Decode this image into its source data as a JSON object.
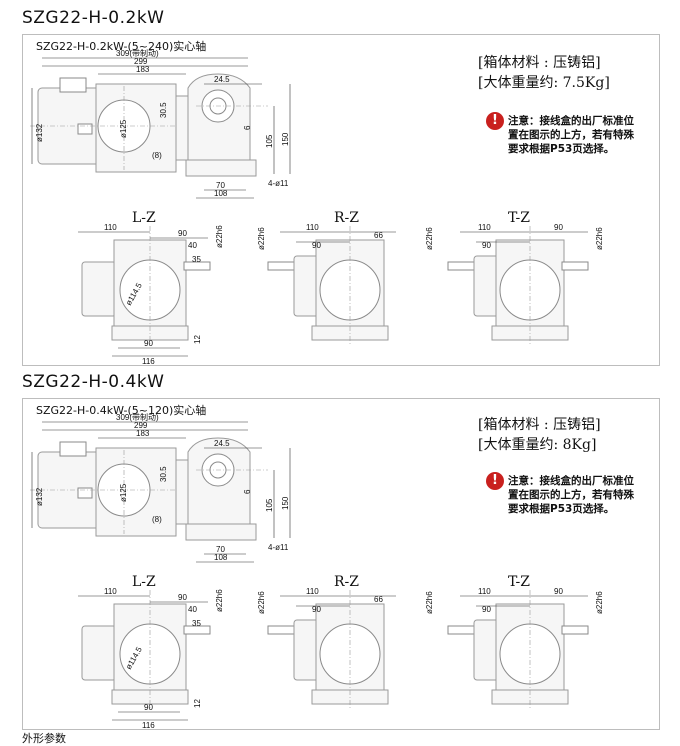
{
  "sections": [
    {
      "title": "SZG22-H-0.2kW",
      "subtitle": "SZG22-H-0.2kW-(5~240)实心轴",
      "material": "[箱体材料 : 压铸铝]",
      "weight": "[大体重量约: 7.5Kg]",
      "note": "注意：接线盒的出厂标准位置在图示的上方，若有特殊要求根据P53页选择。",
      "dims": {
        "d309": "309(带制动)",
        "d299": "299",
        "d183": "183",
        "d24_5": "24.5",
        "d30_5": "30.5",
        "d6": "6",
        "d105": "105",
        "d150": "150",
        "d132": "ø132",
        "d125": "ø125",
        "d8": "(8)",
        "d70": "70",
        "d108": "108",
        "d4_11": "4-ø11"
      },
      "views": {
        "lz": {
          "label": "L-Z",
          "d110": "110",
          "d90": "90",
          "d40": "40",
          "d35": "35",
          "d22": "ø22h6",
          "d114": "ø114.5",
          "d12": "12",
          "d90b": "90",
          "d116": "116"
        },
        "rz": {
          "label": "R-Z",
          "d110": "110",
          "d90": "90",
          "d66": "66",
          "d22": "ø22h6"
        },
        "tz": {
          "label": "T-Z",
          "d110": "110",
          "d90": "90",
          "d90r": "90",
          "d22l": "ø22h6",
          "d22r": "ø22h6"
        }
      }
    },
    {
      "title": "SZG22-H-0.4kW",
      "subtitle": "SZG22-H-0.4kW-(5~120)实心轴",
      "material": "[箱体材料 : 压铸铝]",
      "weight": "[大体重量约: 8Kg]",
      "note": "注意：接线盒的出厂标准位置在图示的上方，若有特殊要求根据P53页选择。",
      "dims": {
        "d309": "309(带制动)",
        "d299": "299",
        "d183": "183",
        "d24_5": "24.5",
        "d30_5": "30.5",
        "d6": "6",
        "d105": "105",
        "d150": "150",
        "d132": "ø132",
        "d125": "ø125",
        "d8": "(8)",
        "d70": "70",
        "d108": "108",
        "d4_11": "4-ø11"
      },
      "views": {
        "lz": {
          "label": "L-Z",
          "d110": "110",
          "d90": "90",
          "d40": "40",
          "d35": "35",
          "d22": "ø22h6",
          "d114": "ø114.5",
          "d12": "12",
          "d90b": "90",
          "d116": "116"
        },
        "rz": {
          "label": "R-Z",
          "d110": "110",
          "d90": "90",
          "d66": "66",
          "d22": "ø22h6"
        },
        "tz": {
          "label": "T-Z",
          "d110": "110",
          "d90": "90",
          "d90r": "90",
          "d22l": "ø22h6",
          "d22r": "ø22h6"
        }
      }
    }
  ],
  "footer_text": "外形参数"
}
